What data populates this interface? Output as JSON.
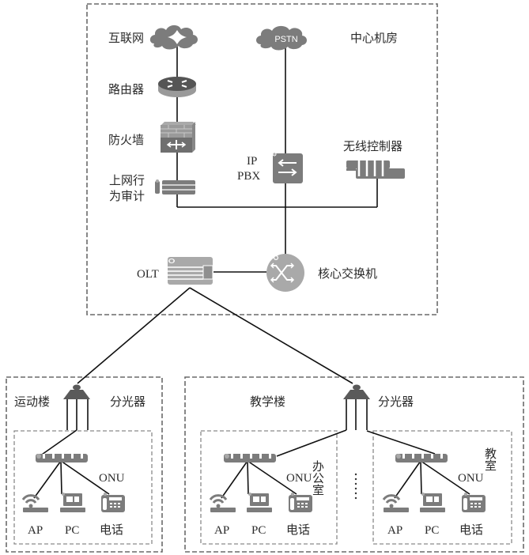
{
  "diagram": {
    "type": "network-topology",
    "zones": {
      "center": {
        "title": "中心机房"
      },
      "sports_building": {
        "title": "运动楼",
        "splitter_label": "分光器"
      },
      "teaching_building": {
        "title": "教学楼",
        "splitter_label": "分光器",
        "rooms": [
          {
            "title": "办公室"
          },
          {
            "title": "教室"
          }
        ],
        "ellipsis": "⋮"
      }
    },
    "center_devices": {
      "internet": "互联网",
      "pstn": "PSTN",
      "router": "路由器",
      "firewall": "防火墙",
      "behavior_audit_line1": "上网行",
      "behavior_audit_line2": "为审计",
      "ippbx_line1": "IP",
      "ippbx_line2": "PBX",
      "wireless_controller": "无线控制器",
      "olt": "OLT",
      "core_switch": "核心交换机"
    },
    "access": {
      "onu": "ONU",
      "ap": "AP",
      "pc": "PC",
      "phone": "电话"
    },
    "icons": {
      "internet": "cloud-icon",
      "pstn": "cloud-icon",
      "router": "router-icon",
      "firewall": "firewall-icon",
      "audit": "audit-appliance-icon",
      "ippbx": "ip-pbx-icon",
      "wlc": "wireless-controller-icon",
      "olt": "olt-icon",
      "core": "core-switch-icon",
      "splitter": "optical-splitter-icon",
      "onu": "onu-icon",
      "ap": "wifi-ap-icon",
      "pc": "pc-icon",
      "phone": "ip-phone-icon"
    }
  }
}
